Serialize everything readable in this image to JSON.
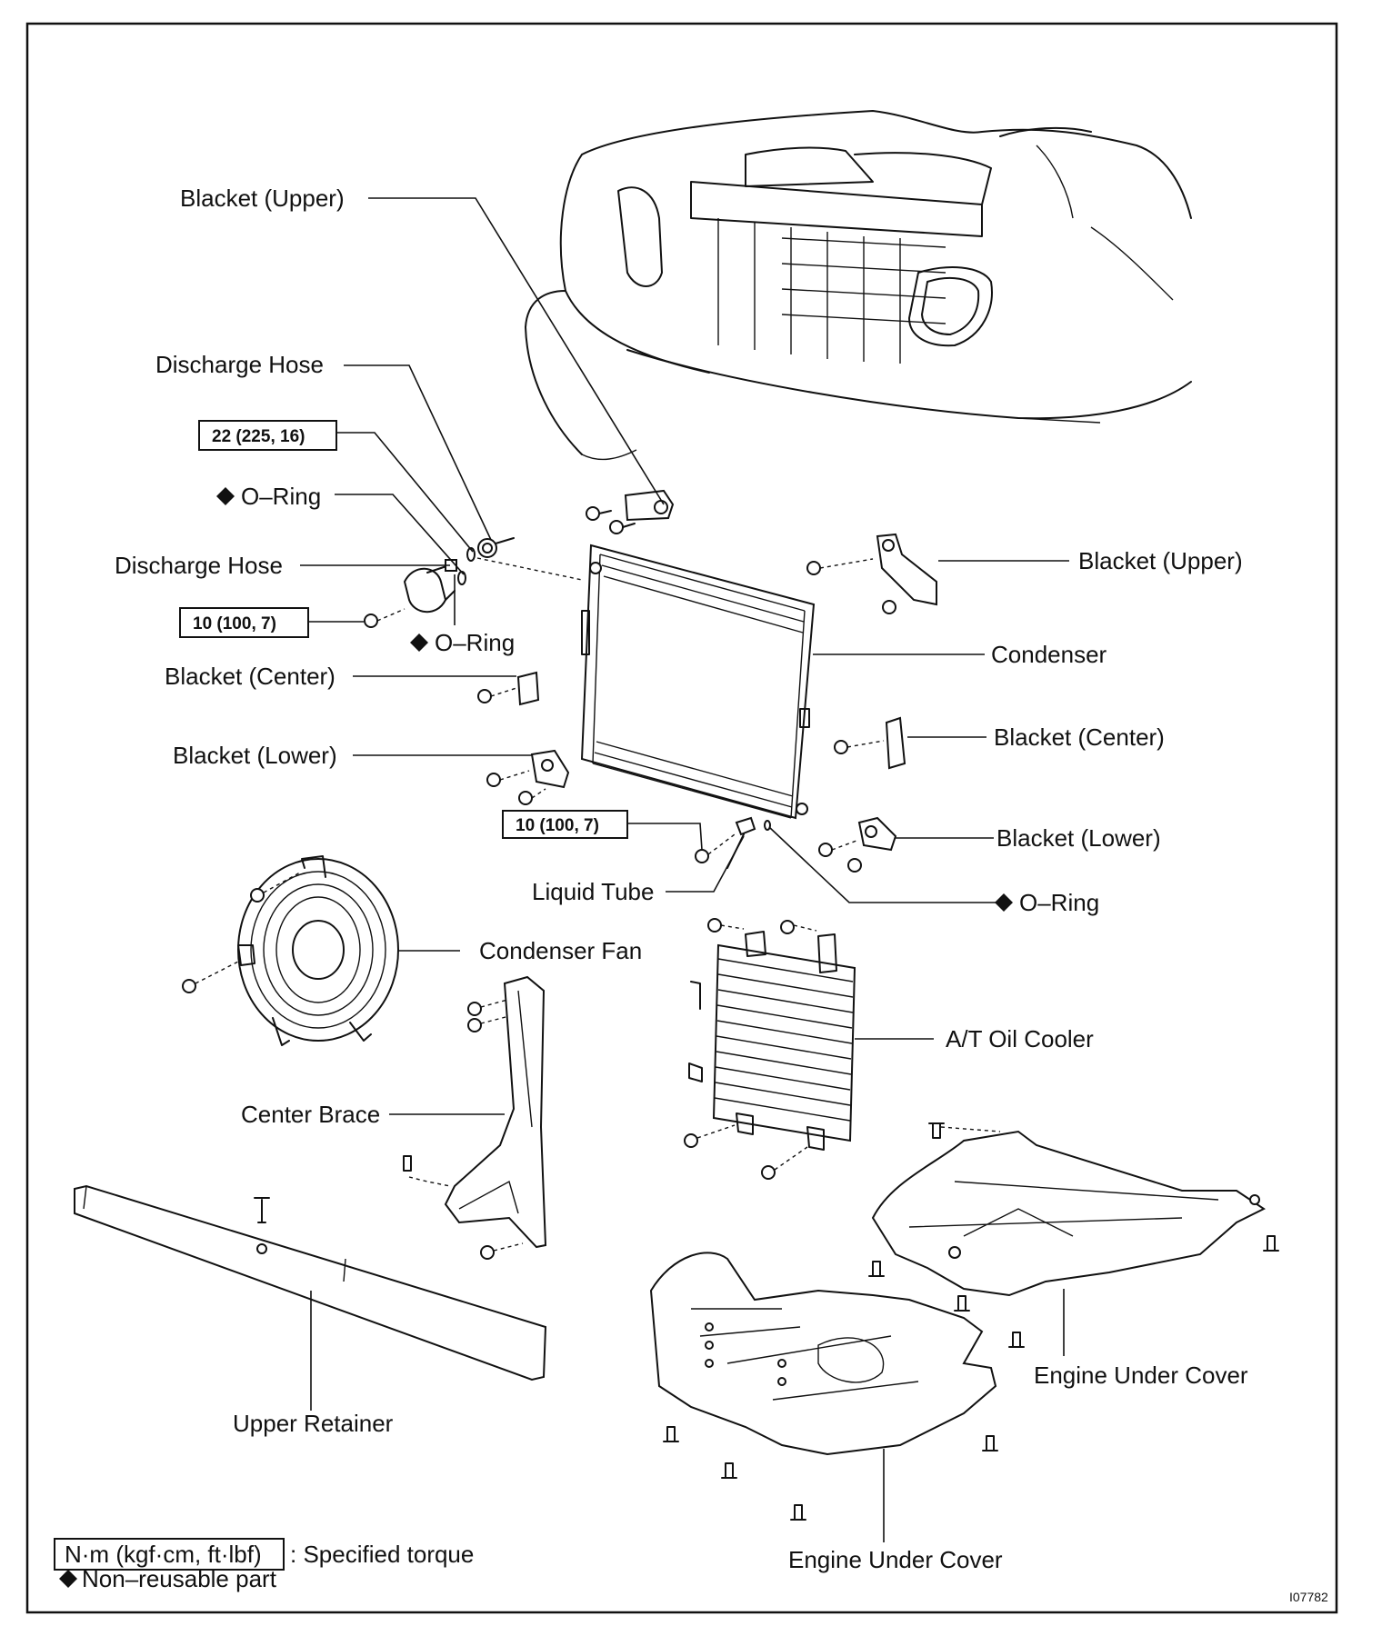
{
  "labels": {
    "blacket_upper_left": "Blacket (Upper)",
    "discharge_hose_top": "Discharge Hose",
    "torque_22": "22 (225, 16)",
    "oring_1": "O–Ring",
    "discharge_hose_mid": "Discharge Hose",
    "torque_10_a": "10 (100, 7)",
    "oring_2": "O–Ring",
    "blacket_center_left": "Blacket (Center)",
    "blacket_lower_left": "Blacket (Lower)",
    "torque_10_b": "10 (100, 7)",
    "liquid_tube": "Liquid Tube",
    "oring_3": "O–Ring",
    "blacket_upper_right": "Blacket (Upper)",
    "condenser": "Condenser",
    "blacket_center_right": "Blacket (Center)",
    "blacket_lower_right": "Blacket (Lower)",
    "condenser_fan": "Condenser Fan",
    "at_oil_cooler": "A/T Oil Cooler",
    "center_brace": "Center Brace",
    "upper_retainer": "Upper Retainer",
    "engine_under_cover_1": "Engine Under Cover",
    "engine_under_cover_2": "Engine Under Cover"
  },
  "legend": {
    "torque_unit": "N·m (kgf·cm, ft·lbf)",
    "torque_desc": ": Specified torque",
    "nonreusable": "Non–reusable part"
  },
  "figure_id": "I07782",
  "icons": {
    "nonreusable_marker": "diamond-icon"
  }
}
